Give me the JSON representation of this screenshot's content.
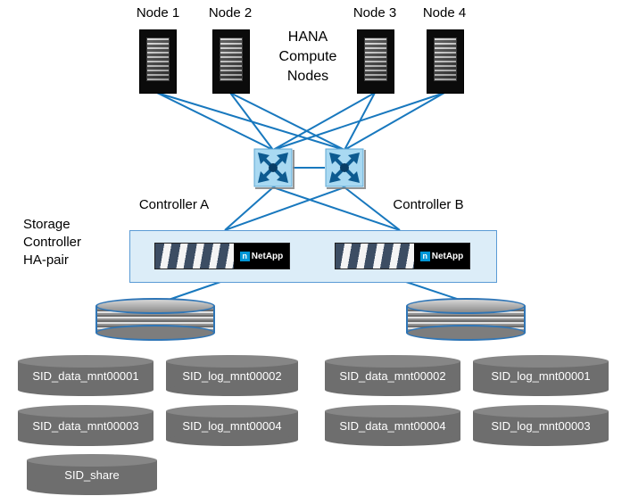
{
  "nodes": [
    {
      "label": "Node 1"
    },
    {
      "label": "Node 2"
    },
    {
      "label": "Node 3"
    },
    {
      "label": "Node 4"
    }
  ],
  "labels": {
    "hana": "HANA Compute Nodes",
    "controller_a": "Controller A",
    "controller_b": "Controller B",
    "storage": "Storage Controller HA-pair",
    "netapp": "NetApp",
    "netapp_n": "n"
  },
  "volumes": [
    {
      "label": "SID_data_mnt00001"
    },
    {
      "label": "SID_log_mnt00002"
    },
    {
      "label": "SID_data_mnt00002"
    },
    {
      "label": "SID_log_mnt00001"
    },
    {
      "label": "SID_data_mnt00003"
    },
    {
      "label": "SID_log_mnt00004"
    },
    {
      "label": "SID_data_mnt00004"
    },
    {
      "label": "SID_log_mnt00003"
    },
    {
      "label": "SID_share"
    }
  ],
  "colors": {
    "line_blue": "#1878be",
    "storage_box_fill": "#dcedf8",
    "storage_box_border": "#5b9bd5",
    "switch_fill": "#a9d9f2",
    "switch_arrow": "#0d5a90",
    "cylinder_gray": "#6e6e6e",
    "stack_outline": "#2e75b6",
    "netapp_blue": "#0096d6"
  }
}
